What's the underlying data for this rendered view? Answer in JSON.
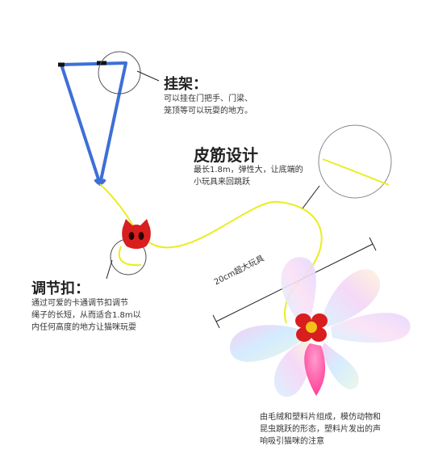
{
  "sections": {
    "hanger": {
      "title": "挂架：",
      "lines": [
        "可以挂在门把手、门梁、",
        "笼顶等可以玩耍的地方。"
      ]
    },
    "elastic": {
      "title": "皮筋设计",
      "lines": [
        "最长1.8m，弹性大，让底端的",
        "小玩具来回跳跃"
      ]
    },
    "buckle": {
      "title": "调节扣：",
      "lines": [
        "通过可爱的卡通调节扣调节",
        "绳子的长短，从而适合1.8m以",
        "内任何高度的地方让猫咪玩耍"
      ]
    },
    "toy": {
      "size_label": "20cm超大玩具",
      "lines": [
        "由毛绒和塑料片组成，模仿动物和",
        "昆虫跳跃的形态，塑料片发出的声",
        "响吸引猫咪的注意"
      ]
    }
  },
  "colors": {
    "frame": "#3d6fd6",
    "elastic": "#e8ee1c",
    "cat_buckle": "#d81e1e",
    "feather": "#ff5aa8",
    "callout_line": "#222222"
  },
  "icons": [
    "cat-face-icon",
    "flower-icon"
  ]
}
